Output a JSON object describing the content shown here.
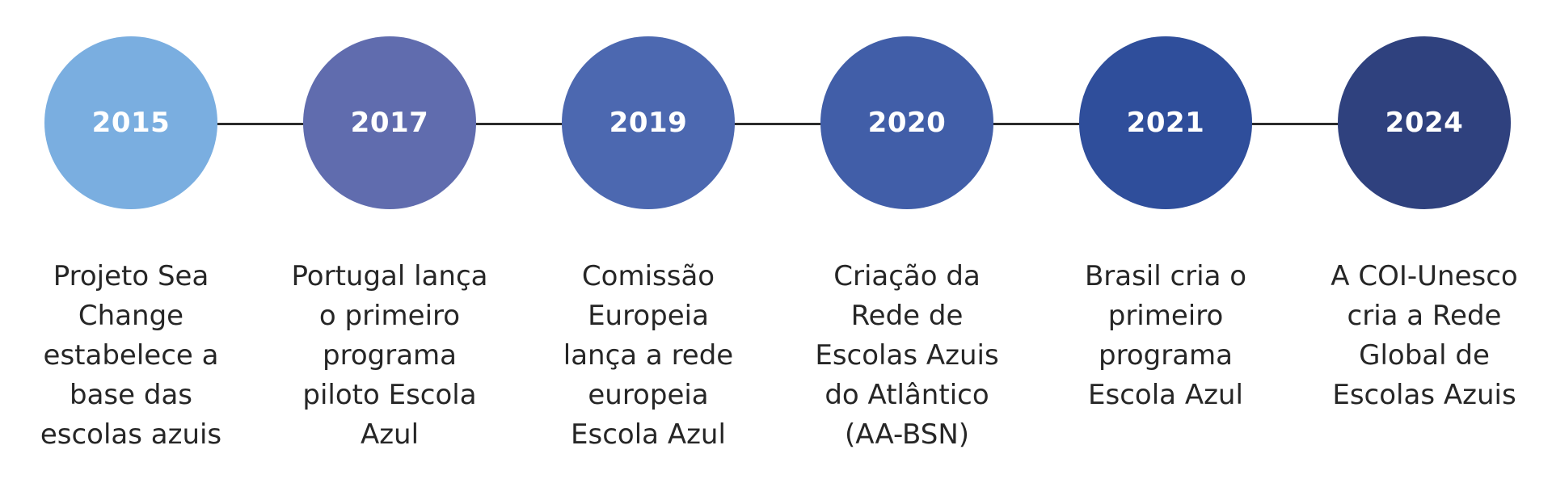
{
  "milestones": [
    {
      "year": "2015",
      "color": "#7aaee0",
      "description_lines": [
        "Projeto Sea",
        "Change",
        "estabelece a",
        "base das",
        "escolas azuis"
      ]
    },
    {
      "year": "2017",
      "color": "#606cae",
      "description_lines": [
        "Portugal lança",
        "o primeiro",
        "programa",
        "piloto Escola",
        "Azul"
      ]
    },
    {
      "year": "2019",
      "color": "#4c68b0",
      "description_lines": [
        "Comissão",
        "Europeia",
        "lança a rede",
        "europeia",
        "Escola Azul"
      ]
    },
    {
      "year": "2020",
      "color": "#415ea8",
      "description_lines": [
        "Criação da",
        "Rede de",
        "Escolas Azuis",
        "do Atlântico",
        "(AA-BSN)"
      ]
    },
    {
      "year": "2021",
      "color": "#2f4e9b",
      "description_lines": [
        "Brasil cria o",
        "primeiro",
        "programa",
        "Escola Azul"
      ]
    },
    {
      "year": "2024",
      "color": "#2f417e",
      "description_lines": [
        "A COI-Unesco",
        "cria a Rede",
        "Global de",
        "Escolas Azuis"
      ]
    }
  ]
}
